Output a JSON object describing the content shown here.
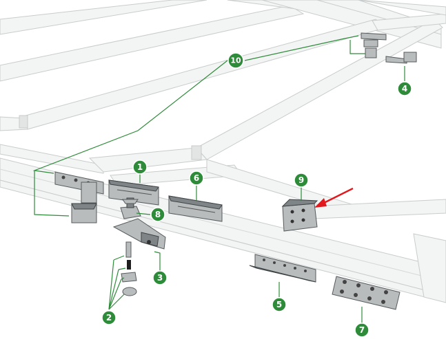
{
  "diagram": {
    "callouts": [
      {
        "id": "c1",
        "label": "1"
      },
      {
        "id": "c2",
        "label": "2"
      },
      {
        "id": "c3",
        "label": "3"
      },
      {
        "id": "c4",
        "label": "4"
      },
      {
        "id": "c5",
        "label": "5"
      },
      {
        "id": "c6",
        "label": "6"
      },
      {
        "id": "c7",
        "label": "7"
      },
      {
        "id": "c8",
        "label": "8"
      },
      {
        "id": "c9",
        "label": "9"
      },
      {
        "id": "c10",
        "label": "10"
      }
    ],
    "colors": {
      "callout": "#2e8b3a",
      "arrow": "#e0191e",
      "frame": "#f3f4f4",
      "part": "#b9bcbd"
    }
  }
}
